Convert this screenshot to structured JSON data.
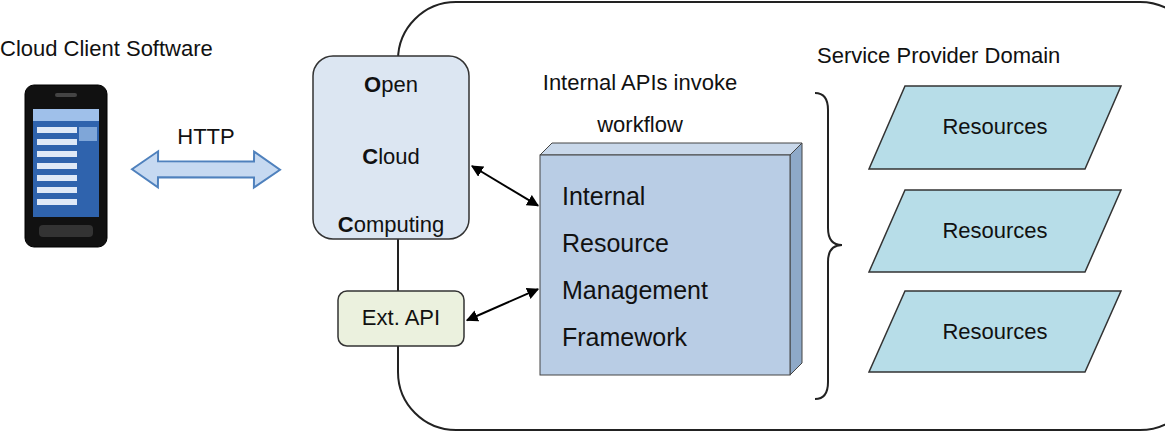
{
  "diagram": {
    "nodes": [
      {
        "text": [
          "Cloud Client Software"
        ]
      },
      {
        "text": [
          "Open",
          "Cloud",
          "Computing"
        ]
      },
      {
        "text": [
          "Ext. API"
        ]
      },
      {
        "text": [
          "Internal Resource Management Framework"
        ]
      },
      {
        "text": [
          "Resources"
        ]
      },
      {
        "text": [
          "Resources"
        ]
      },
      {
        "text": [
          "Resources"
        ]
      }
    ],
    "edges": [
      {
        "from": 0,
        "to": 1,
        "label": "HTTP",
        "arrow": "both"
      },
      {
        "from": 1,
        "to": 3,
        "arrow": "both"
      },
      {
        "from": 2,
        "to": 3,
        "arrow": "both"
      }
    ],
    "labels": [
      "Internal APIs invoke workflow",
      "Service Provider Domain"
    ]
  }
}
